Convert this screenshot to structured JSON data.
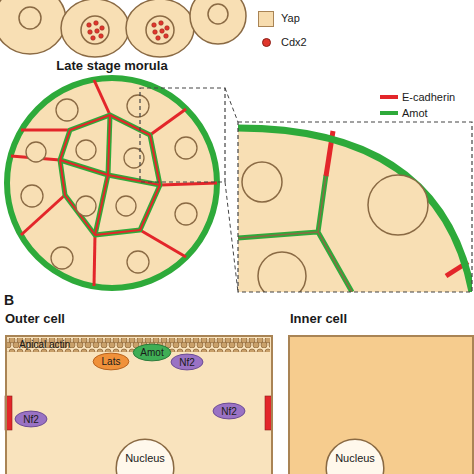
{
  "diagram": {
    "nodes": [
      {
        "text": [
          "Outer cell",
          "Apical actin"
        ]
      },
      {
        "text": [
          "Lats"
        ],
        "in": 0
      },
      {
        "text": [
          "Amot"
        ],
        "in": 0
      },
      {
        "text": [
          "Nf2"
        ],
        "in": 0
      },
      {
        "text": [
          "Nf2"
        ],
        "in": 0
      },
      {
        "text": [
          "Nf2"
        ],
        "in": 0
      },
      {
        "text": [
          "Nucleus"
        ],
        "in": 0
      },
      {
        "text": [
          "Inner cell"
        ]
      },
      {
        "text": [
          "Nucleus"
        ],
        "in": 7
      }
    ],
    "labels": [
      "Late stage morula",
      "B"
    ],
    "legend": [
      {
        "text": "Yap",
        "color": "#f7dcae"
      },
      {
        "text": "Cdx2",
        "color": "#e0362c"
      },
      {
        "text": "E-cadherin"
      },
      {
        "text": "Amot"
      }
    ]
  }
}
